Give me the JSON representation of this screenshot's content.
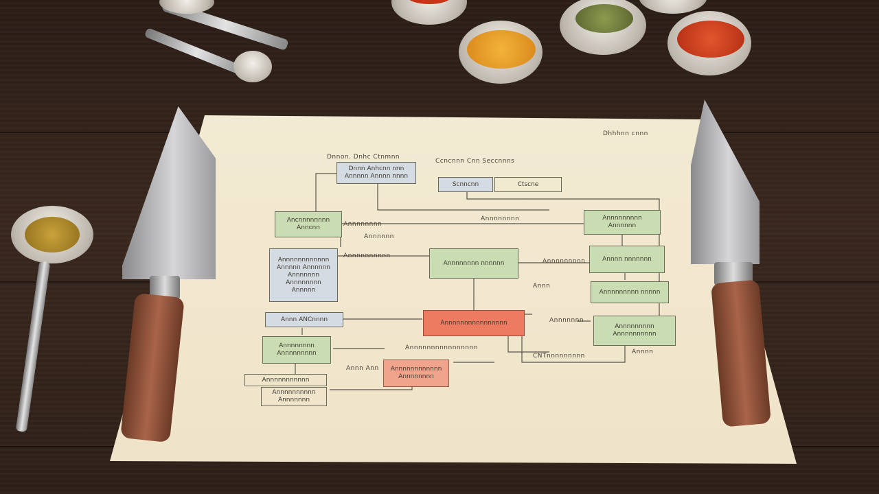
{
  "scene": {
    "description_items": [
      "chef-knife-left",
      "chef-knife-right",
      "spice-bowls",
      "measuring-spoons",
      "ladle",
      "flowchart-paper"
    ]
  },
  "paper": {
    "header_right": "Dhhhnn cnnn",
    "top_left_label": "Dnnon. Dnhc Ctnmnn",
    "top_center_label": "Ccncnnn Cnn Seccnnns",
    "nodes": {
      "n1": "Dnnn Anhcnn nnn\nAnnnnn Annnn nnnn",
      "n2": "Scnncnn",
      "n3": "Ctscne",
      "n4": "Ancnnnnnnnn\nAnncnn",
      "n5": "Annnnnnnnnnnn\nAnnnnn Annnnnn\nAnnnnnnn\nAnnnnnnnn\nAnnnnn",
      "n6": "Annnnnnnn nnnnnn",
      "n7": "Annnnnnnnn\nAnnnnnn",
      "n8": "Annnn nnnnnnn",
      "n9": "Annnnnnnnn nnnnn",
      "n10": "Annn ANCnnnn",
      "n11": "Annnnnnnnnnnnnnnn",
      "n12": "Annnnnnnnn\nAnnnnnnnnnn",
      "n13": "Annnnnnnn\nAnnnnnnnnn",
      "n14": "Annnnnnnnnnnn\nAnnnnnnnn",
      "n15": "Annnnnnnnnnn",
      "n16": "Annnnnnnnnn\nAnnnnnnn"
    },
    "labels": {
      "l1": "Annnnnnnn",
      "l2": "Annnnnnnn",
      "l3": "Annnnnn",
      "l4": "Annnnnnnnn",
      "l5": "Annnnnnnnnn",
      "l6": "Annn",
      "l7": "Annnnnnn",
      "l8": "CNTnnnnnnnnn",
      "l9": "Annnn",
      "l10": "Annnnnnnnnnnnnnnn",
      "l11": "Annn Ann"
    }
  },
  "colors": {
    "node_green": "#c9dcb2",
    "node_blue": "#d5dbe3",
    "node_red": "#ec7b62",
    "spice_orange": "#e39a22",
    "spice_red": "#c83418",
    "spice_green": "#6e7a3c",
    "spice_yellow": "#b08a2a"
  }
}
